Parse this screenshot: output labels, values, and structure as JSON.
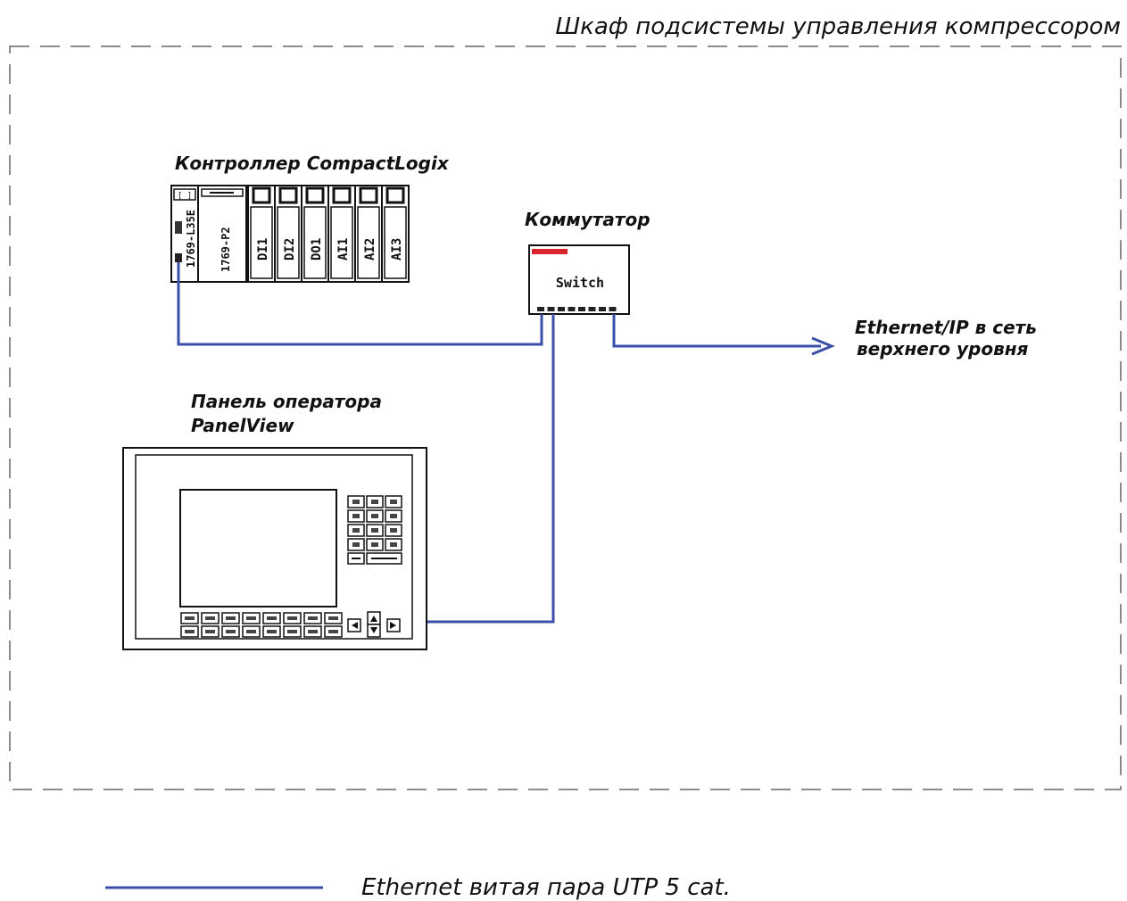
{
  "cabinet": {
    "title": "Шкаф подсистемы управления компрессором"
  },
  "controller": {
    "title": "Контроллер CompactLogix",
    "cpu_label": "1769-L35E",
    "power_label": "1769-P2",
    "modules": [
      "DI1",
      "DI2",
      "DO1",
      "AI1",
      "AI2",
      "AI3"
    ]
  },
  "switch": {
    "title": "Коммутатор",
    "label": "Switch"
  },
  "uplink": {
    "line1": "Ethernet/IP в сеть",
    "line2": "верхнего уровня"
  },
  "panel": {
    "line1": "Панель оператора",
    "line2": "PanelView"
  },
  "legend": {
    "label": "Ethernet витая пара UTP 5 cat."
  },
  "colors": {
    "cable": "#3b4fa8",
    "switch_accent": "#d8262c",
    "line": "#111111"
  }
}
